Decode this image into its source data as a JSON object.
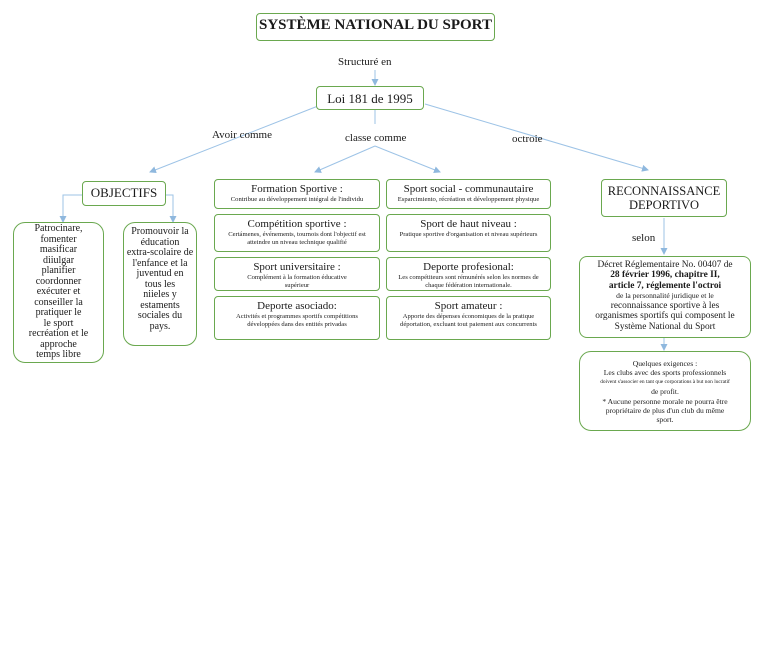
{
  "title": "SYSTÈME NATIONAL DU SPORT",
  "labels": {
    "structure": "Structuré en",
    "avoir": "Avoir comme",
    "classe": "classe comme",
    "octroie": "octroie",
    "selon": "selon"
  },
  "loi": "Loi 181 de 1995",
  "objectifs": {
    "title": "OBJECTIFS",
    "left_lines": [
      "Patrocinare,",
      "fomenter",
      "masificar",
      "diiulgar",
      "planifier",
      "coordonner",
      "exécuter et",
      "conseiller la",
      "pratiquer le",
      "le sport",
      "recréation et le",
      "approche",
      "temps libre"
    ],
    "right_lines": [
      "Promouvoir la",
      "éducation",
      "extra-scolaire de",
      "l'enfance et la",
      "juventud en",
      "tous les",
      "niieles y",
      "estaments",
      "sociales du",
      "pays."
    ]
  },
  "classes": [
    {
      "title": "Formation Sportive :",
      "desc": "Contribue au développement intégral de l'individu"
    },
    {
      "title": "Sport social - communautaire",
      "desc": "Esparcimiento, récréation et développement physique"
    },
    {
      "title": "Compétition sportive :",
      "desc": "Certámenes, événements, tournois dont l'objectif est atteindre un niveau technique qualifié"
    },
    {
      "title": "Sport de haut niveau :",
      "desc": "Pratique sportive d'organisation et niveau supérieurs"
    },
    {
      "title": "Sport universitaire :",
      "desc": "Complément à la formation éducative supérieur"
    },
    {
      "title": "Deporte profesional:",
      "desc": "Les compétiteurs sont rémunérés selon les normes de chaque fédération internationale."
    },
    {
      "title": "Deporte asociado:",
      "desc": "Activités et programmes sportifs compétitions développées dans des entités privadas"
    },
    {
      "title": "Sport amateur :",
      "desc": "Apporte des dépenses économiques de la pratique déportation, excluant tout paiement aux concurrents"
    }
  ],
  "reconnaissance": {
    "line1": "RECONNAISSANCE",
    "line2": "DEPORTIVO"
  },
  "decret": {
    "l1": "Décret Réglementaire No. 00407 de",
    "l2": "28 février 1996, chapitre II,",
    "l3": "article 7, réglemente l'octroi",
    "l4": "de la personnalité juridique et le",
    "l5": "reconnaissance sportive à les",
    "l6": "organismes sportifs qui composent le",
    "l7": "Système National du Sport"
  },
  "exigences": {
    "l1": "Quelques exigences :",
    "l2": "Les clubs avec des sports professionnels",
    "l3": "doivent s'associer en tant que corporations à but non lucratif",
    "l4": "de profit.",
    "l5": "* Aucune personne morale ne pourra être",
    "l6": "propriétaire de plus d'un club du même",
    "l7": "sport."
  },
  "colors": {
    "border": "#6aa84f",
    "arrow": "#9dc3e6"
  }
}
